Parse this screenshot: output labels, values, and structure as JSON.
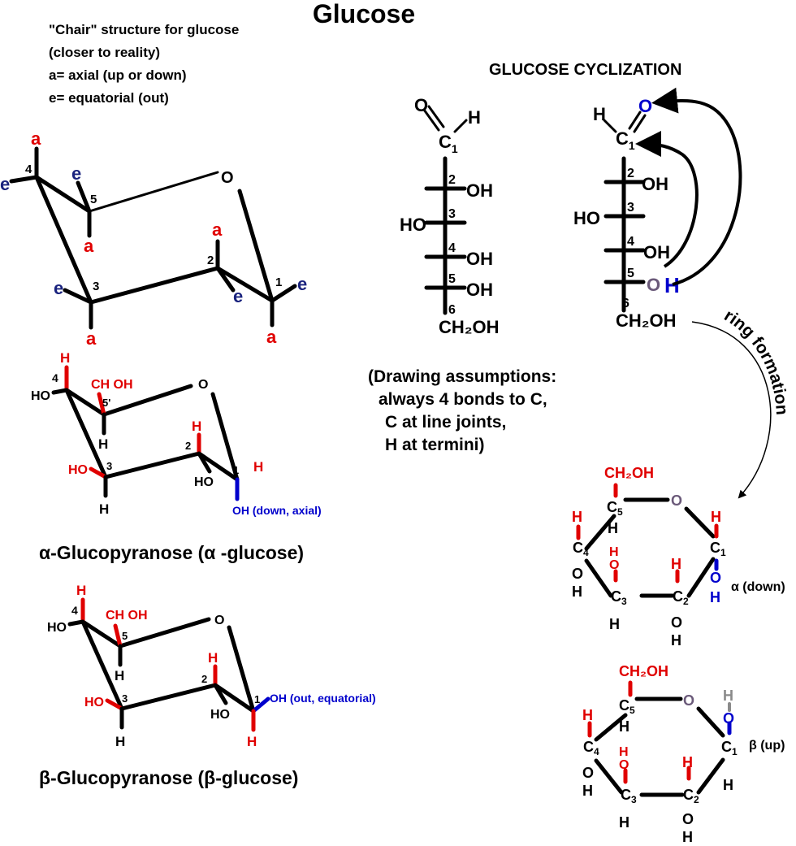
{
  "title": "Glucose",
  "chair_notes": {
    "line1": "\"Chair\" structure for glucose",
    "line2": "(closer to reality)",
    "line3": "a= axial  (up or down)",
    "line4": "e= equatorial (out)"
  },
  "chair": {
    "a": "a",
    "e": "e",
    "o": "O",
    "n1": "1",
    "n2": "2",
    "n3": "3",
    "n4": "4",
    "n5": "5"
  },
  "alpha": {
    "name": "α-Glucopyranose (α -glucose)",
    "h": "H",
    "ho": "HO",
    "ch_oh": "CH  OH",
    "o": "O",
    "oh_note": "OH (down, axial)",
    "n1": "1",
    "n2": "2",
    "n3": "3",
    "n4": "4",
    "n5": "5'"
  },
  "beta": {
    "name": "β-Glucopyranose (β-glucose)",
    "h": "H",
    "ho": "HO",
    "ch_oh": "CH  OH",
    "o": "O",
    "oh_note": "OH (out, equatorial)",
    "n1": "1",
    "n2": "2",
    "n3": "3",
    "n4": "4",
    "n5": "5"
  },
  "cyclization": {
    "heading": "GLUCOSE CYCLIZATION",
    "o": "O",
    "h": "H",
    "c": "C",
    "sub1": "1",
    "oh": "OH",
    "ho": "HO",
    "ch2oh": "CH₂OH",
    "n2": "2",
    "n3": "3",
    "n4": "4",
    "n5": "5",
    "n6": "6",
    "ring_formation": "ring formation"
  },
  "assumptions": {
    "line1": "(Drawing assumptions:",
    "line2": "always 4 bonds to C,",
    "line3": "C at line joints,",
    "line4": "H at termini)"
  },
  "haworth": {
    "ch2oh": "CH₂OH",
    "o": "O",
    "h": "H",
    "c": "C",
    "n1": "1",
    "n2": "2",
    "n3": "3",
    "n4": "4",
    "n5": "5",
    "alpha_label": "α (down)",
    "beta_label": "β (up)"
  },
  "colors": {
    "red": "#e00000",
    "blue": "#0000cc",
    "navy": "#1a237e",
    "gray": "#8a8a8a",
    "purple": "#6b5a7a"
  }
}
